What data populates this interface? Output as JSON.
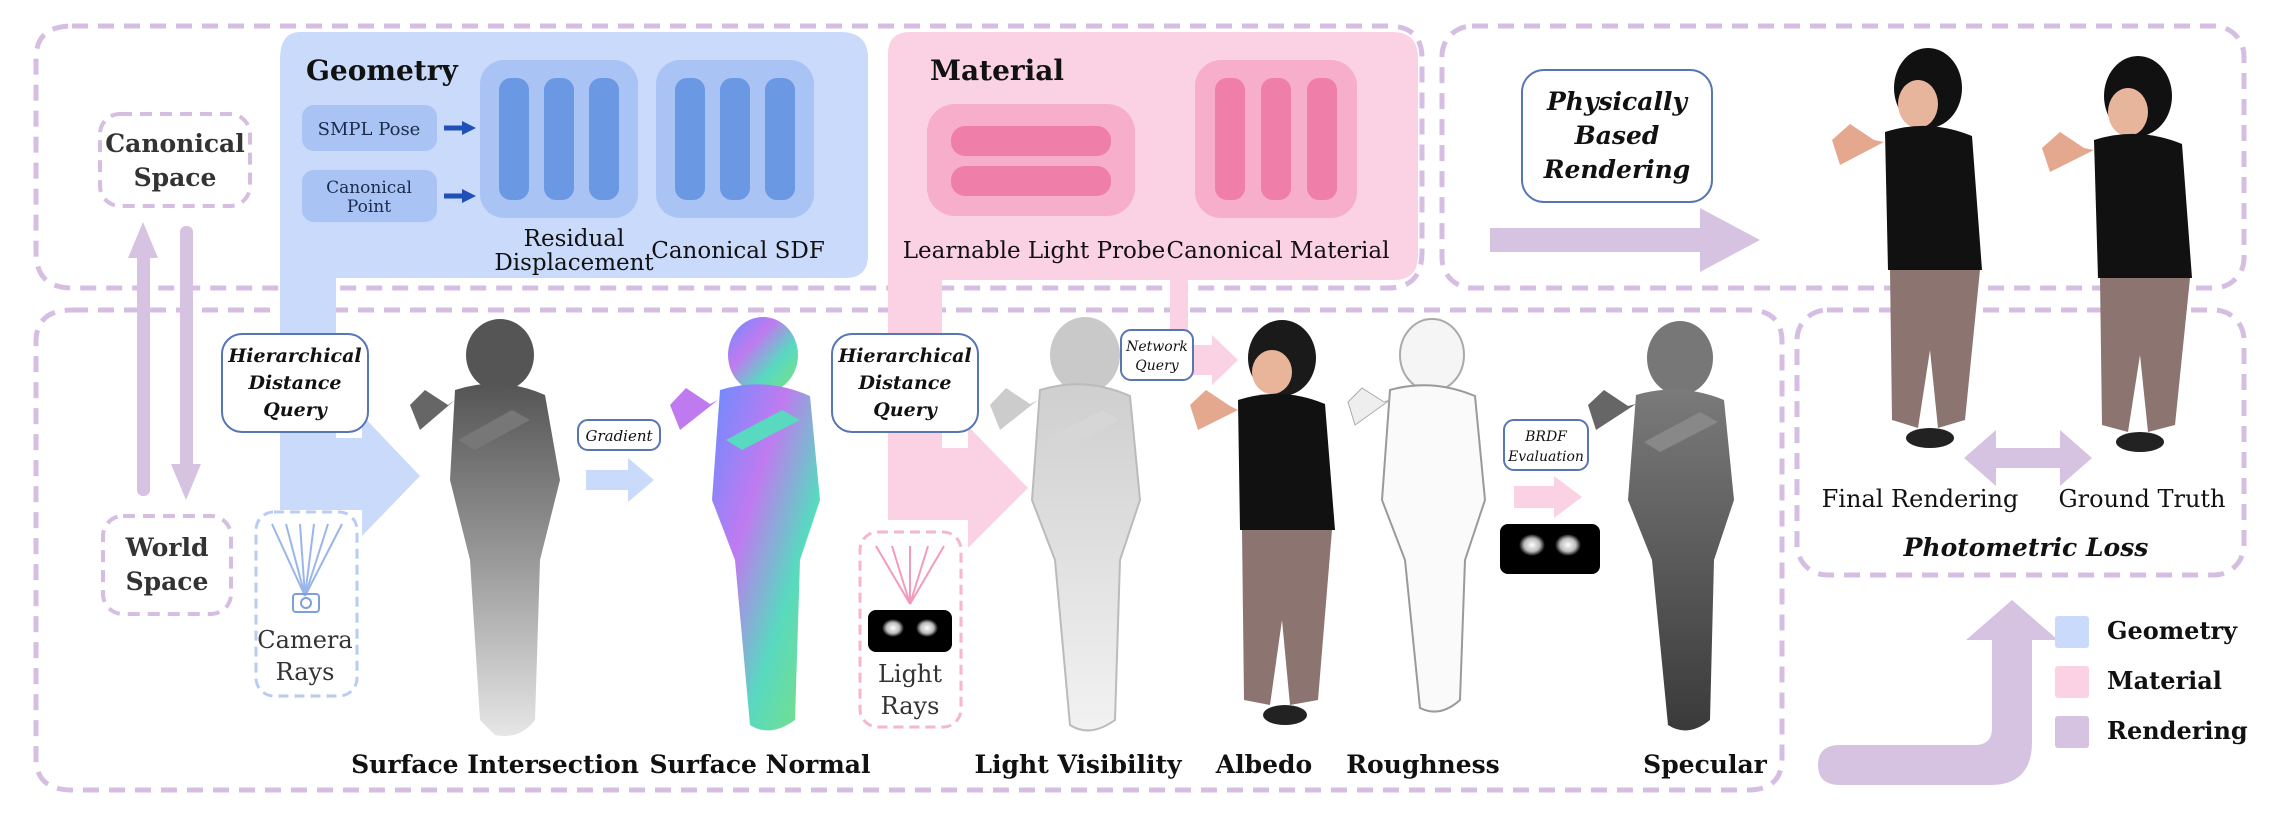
{
  "colors": {
    "geometry": "#c9dafb",
    "geometry_dark": "#6b98e3",
    "geometry_mid": "#a9c4f4",
    "material": "#fbd2e3",
    "material_dark": "#ef7fa9",
    "material_mid": "#f7aecb",
    "rendering": "#d6c3e2",
    "dashed": "#d6bde2"
  },
  "canonical_space": {
    "line1": "Canonical",
    "line2": "Space"
  },
  "world_space": {
    "line1": "World",
    "line2": "Space"
  },
  "geometry_panel": {
    "title": "Geometry",
    "input_pose": "SMPL Pose",
    "input_point_line1": "Canonical",
    "input_point_line2": "Point",
    "residual_line1": "Residual",
    "residual_line2": "Displacement",
    "sdf_label": "Canonical SDF"
  },
  "material_panel": {
    "title": "Material",
    "probe_label": "Learnable Light Probe",
    "material_label": "Canonical Material"
  },
  "pbr": {
    "line1": "Physically",
    "line2": "Based",
    "line3": "Rendering"
  },
  "queries": {
    "hdq_left": {
      "line1": "Hierarchical",
      "line2": "Distance",
      "line3": "Query"
    },
    "hdq_right": {
      "line1": "Hierarchical",
      "line2": "Distance",
      "line3": "Query"
    },
    "gradient": "Gradient",
    "network_line1": "Network",
    "network_line2": "Query",
    "brdf_line1": "BRDF",
    "brdf_line2": "Evaluation"
  },
  "rays": {
    "camera_line1": "Camera",
    "camera_line2": "Rays",
    "light_line1": "Light",
    "light_line2": "Rays"
  },
  "outputs": {
    "surface_intersection": "Surface Intersection",
    "surface_normal": "Surface Normal",
    "light_visibility": "Light Visibility",
    "albedo": "Albedo",
    "roughness": "Roughness",
    "specular": "Specular"
  },
  "loss": {
    "final_rendering": "Final Rendering",
    "ground_truth": "Ground Truth",
    "photometric_loss": "Photometric Loss"
  },
  "legend": [
    {
      "label": "Geometry",
      "color": "#c9dafb"
    },
    {
      "label": "Material",
      "color": "#fbd2e3"
    },
    {
      "label": "Rendering",
      "color": "#d6c3e2"
    }
  ]
}
